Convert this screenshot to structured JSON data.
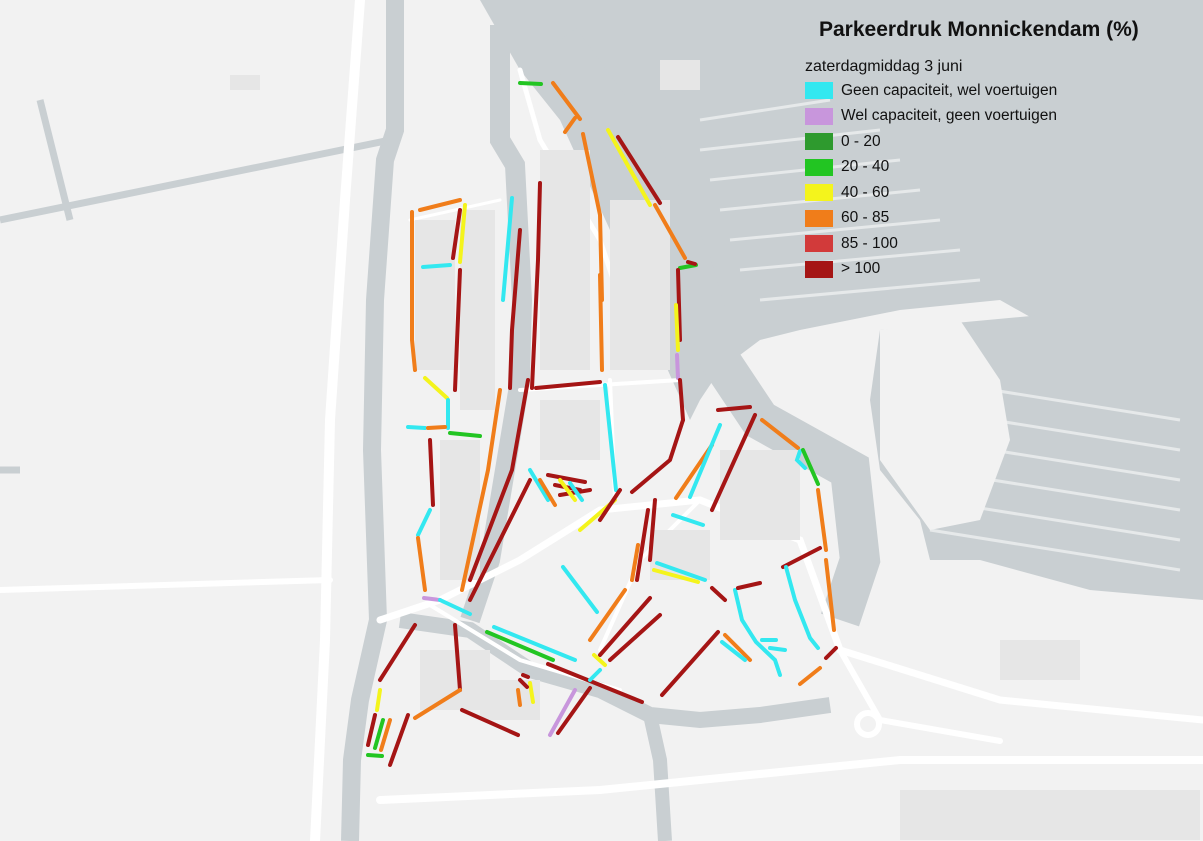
{
  "title": "Parkeerdruk Monnickendam (%)",
  "subtitle": "zaterdagmiddag 3 juni",
  "legend": [
    {
      "label": "Geen capaciteit, wel voertuigen",
      "color": "#33e8f0",
      "key": "cyan"
    },
    {
      "label": "Wel capaciteit, geen voertuigen",
      "color": "#c896dc",
      "key": "lilac"
    },
    {
      "label": "0 - 20",
      "color": "#2e9a2e",
      "key": "dgreen"
    },
    {
      "label": "20 - 40",
      "color": "#22c522",
      "key": "green"
    },
    {
      "label": "40 - 60",
      "color": "#f4f41c",
      "key": "yellow"
    },
    {
      "label": "60 - 85",
      "color": "#f07d1a",
      "key": "orange"
    },
    {
      "label": "85 - 100",
      "color": "#d23a3a",
      "key": "red"
    },
    {
      "label": "> 100",
      "color": "#a51515",
      "key": "dred"
    }
  ],
  "colors": {
    "water": "#c9cfd2",
    "land": "#f2f2f2",
    "road_major": "#ffffff",
    "building": "#e3e3e3"
  }
}
